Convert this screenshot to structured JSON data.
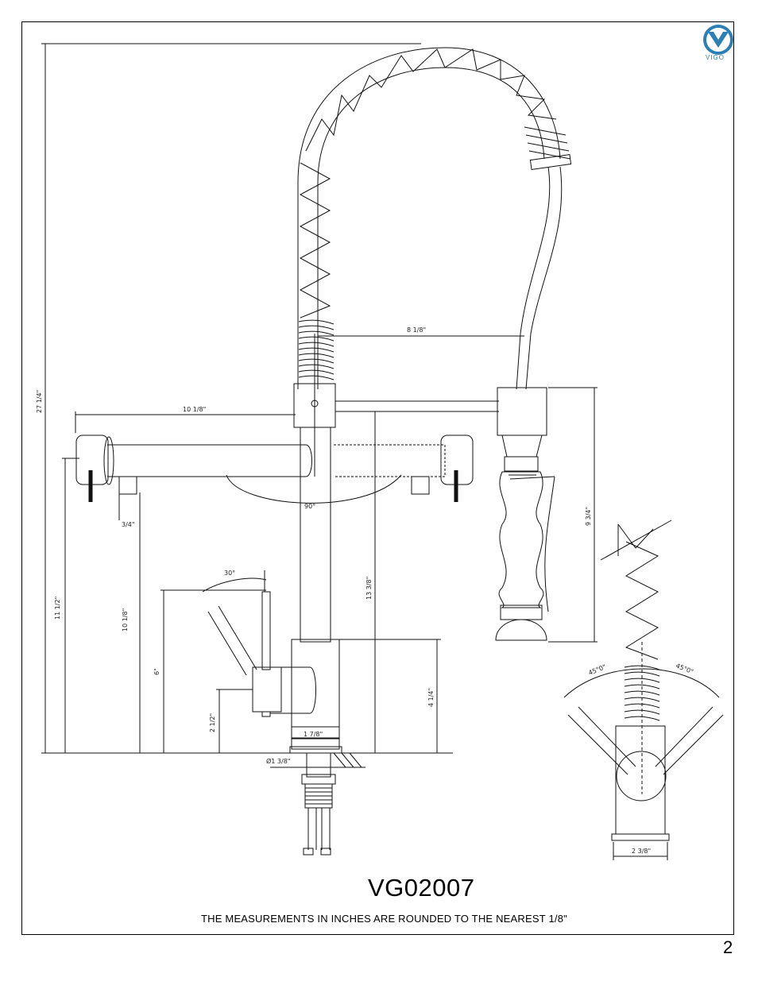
{
  "brand": {
    "name": "VIGO",
    "accent": "#2b7fb4"
  },
  "title": {
    "model": "VG02007"
  },
  "note": "THE MEASUREMENTS IN INCHES ARE ROUNDED TO THE NEAREST 1/8\"",
  "page_number": "2",
  "dimensions": {
    "overall_height": "27 1/4\"",
    "hose_reach": "8 1/8\"",
    "spout_reach": "10 1/8\"",
    "spout_rotation": "90°",
    "lever_offset": "3/4\"",
    "spout_height": "11 1/2\"",
    "handle_height": "10 1/8\"",
    "handle_angle": "30°",
    "body_height": "6\"",
    "handle_base_height": "2 1/2\"",
    "column_height": "13 3/8\"",
    "base_height": "4 1/4\"",
    "base_width": "1 7/8\"",
    "hole_diameter": "Ø1 3/8\"",
    "sprayer_height": "9 3/4\"",
    "handle_swing_left": "45°0\"",
    "handle_swing_right": "45°0\"",
    "side_base_width": "2 3/8\""
  }
}
